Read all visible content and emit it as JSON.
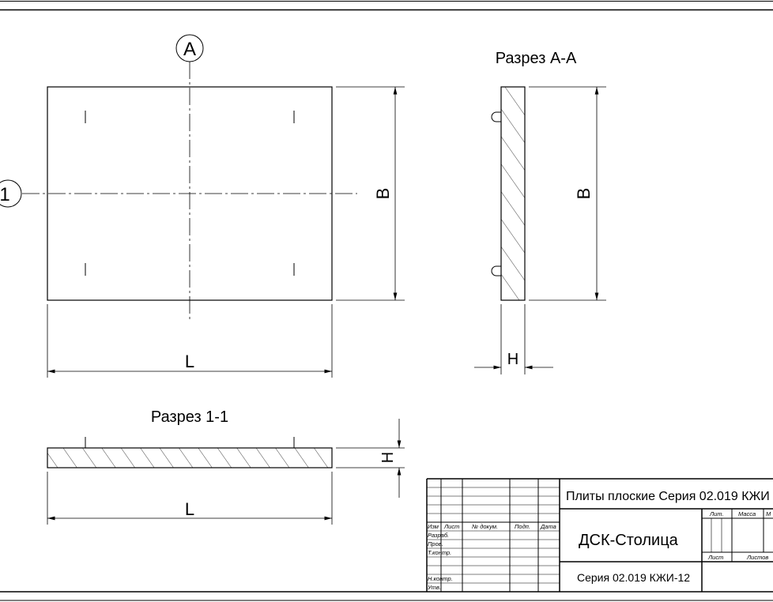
{
  "axes": {
    "axis_a": "A",
    "axis_1": "1"
  },
  "plan_view": {
    "dim_length": "L",
    "dim_width": "B"
  },
  "section_aa": {
    "title": "Разрез А-А",
    "dim_width": "B",
    "dim_thickness": "H"
  },
  "section_11": {
    "title": "Разрез 1-1",
    "dim_length": "L",
    "dim_thickness": "H"
  },
  "title_block": {
    "headers": {
      "izm": "Изм",
      "list": "Лист",
      "doc_no": "№ докум.",
      "podp": "Подп.",
      "date": "Дата"
    },
    "roles": {
      "razrab": "Разраб.",
      "prov": "Пров.",
      "tkontr": "Т.контр.",
      "nkontr": "Н.контр.",
      "utv": "Утв."
    },
    "product_title": "Плиты плоские Серия 02.019 КЖИ",
    "organization": "ДСК-Столица",
    "document_code": "Серия 02.019 КЖИ-12",
    "lit": "Лит.",
    "massa": "Масса",
    "masshtab": "М",
    "sheet": "Лист",
    "sheets": "Листов"
  }
}
